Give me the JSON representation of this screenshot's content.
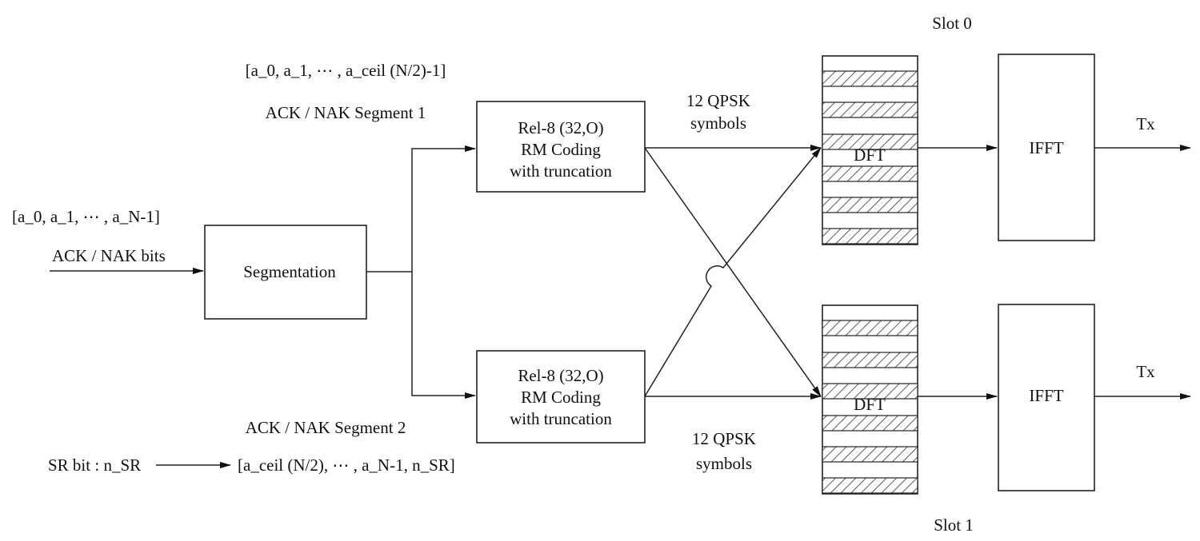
{
  "input": {
    "bits_vector": "[a_0, a_1, ⋯ , a_N-1]",
    "bits_label": "ACK / NAK bits"
  },
  "segmentation": {
    "label": "Segmentation"
  },
  "segment1": {
    "vector": "[a_0, a_1, ⋯ , a_ceil (N/2)-1]",
    "label": "ACK / NAK Segment 1"
  },
  "segment2": {
    "label": "ACK / NAK Segment 2",
    "vector": "[a_ceil (N/2), ⋯ , a_N-1, n_SR]"
  },
  "sr_input": {
    "label": "SR bit : n_SR"
  },
  "coder_top": {
    "line1": "Rel-8 (32,O)",
    "line2": "RM Coding",
    "line3": "with truncation"
  },
  "coder_bottom": {
    "line1": "Rel-8 (32,O)",
    "line2": "RM Coding",
    "line3": "with truncation"
  },
  "symbols_top": {
    "line1": "12 QPSK",
    "line2": "symbols"
  },
  "symbols_bottom": {
    "line1": "12 QPSK",
    "line2": "symbols"
  },
  "slot0": {
    "label": "Slot 0",
    "dft_label": "DFT",
    "ifft_label": "IFFT",
    "output_label": "Tx"
  },
  "slot1": {
    "label": "Slot 1",
    "dft_label": "DFT",
    "ifft_label": "IFFT",
    "output_label": "Tx"
  }
}
